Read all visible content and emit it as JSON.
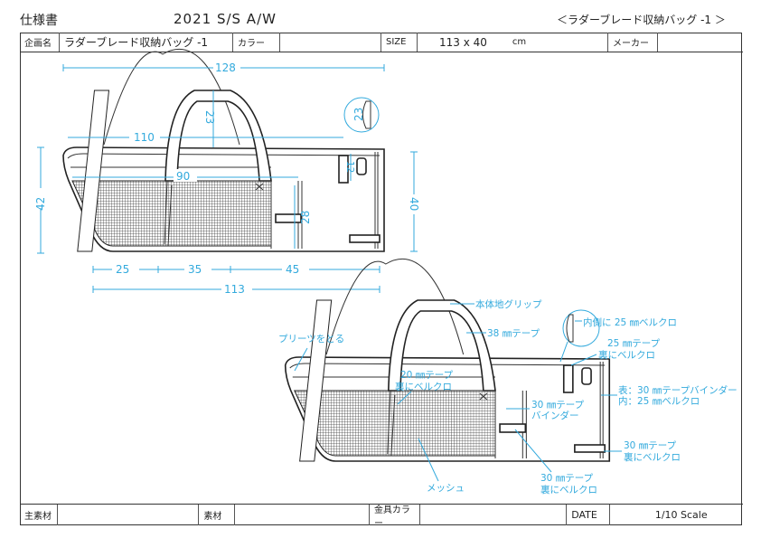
{
  "header": {
    "title": "仕様書",
    "season": "2021 S/S A/W",
    "code": "＜ラダーブレード収納バッグ -1 ＞"
  },
  "info_row": {
    "plan_label": "企画名",
    "plan_value": "ラダーブレード収納バッグ -1",
    "color_label": "カラー",
    "color_value": "",
    "size_label": "SIZE",
    "size_value": "113 x 40",
    "size_unit": "cm",
    "maker_label": "メーカー",
    "maker_value": ""
  },
  "footer_row": {
    "main_material_label": "主素材",
    "main_material_value": "",
    "material_label": "素材",
    "material_value": "",
    "hardware_color_label": "金具カラー",
    "hardware_color_value": "",
    "date_label": "DATE",
    "scale": "1/10 Scale"
  },
  "dimensions": {
    "overall_width": "128",
    "top_width": "110",
    "mesh_width": "90",
    "handle_height": "23",
    "detail_height": "23",
    "left_height": "42",
    "right_height": "40",
    "flap_height": "12",
    "pocket_height": "28",
    "bottom_a": "25",
    "bottom_b": "35",
    "bottom_c": "45",
    "body_width": "113"
  },
  "callouts": {
    "grip": "本体地グリップ",
    "tape38": "38 ㎜テープ",
    "inner_velcro": "内側に 25 ㎜ベルクロ",
    "tape25_1": "25 ㎜テープ",
    "tape25_2": "裏にベルクロ",
    "pleats": "プリーツをとる",
    "tape20_1": "20 ㎜テープ",
    "tape20_2": "裏にベルクロ",
    "binder_1": "表：30 ㎜テープバインダー",
    "binder_2": "内：25 ㎜ベルクロ",
    "tape30b_1": "30 ㎜テープ",
    "tape30b_2": "バインダー",
    "tape30r_1": "30 ㎜テープ",
    "tape30r_2": "裏にベルクロ",
    "tape30c_1": "30 ㎜テープ",
    "tape30c_2": "裏にベルクロ",
    "mesh": "メッシュ"
  }
}
